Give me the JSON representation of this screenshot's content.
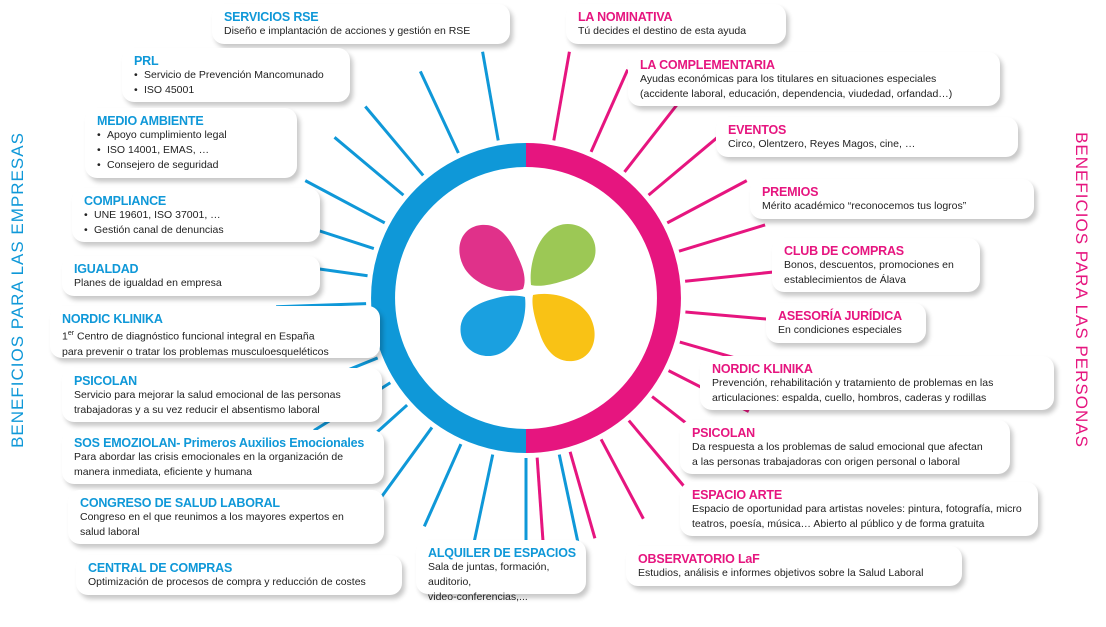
{
  "left_side_label": "BENEFICIOS PARA LAS EMPRESAS",
  "right_side_label": "BENEFICIOS PARA LAS PERSONAS",
  "colors": {
    "blue": "#0f98d8",
    "pink": "#e6157f",
    "green": "#9cc855",
    "yellow": "#f9c215",
    "logo_pink": "#e0318a",
    "logo_blue": "#1aa0e0"
  },
  "empresas": [
    {
      "title": "SERVICIOS RSE",
      "desc": "Diseño e implantación de acciones y gestión en RSE"
    },
    {
      "title": "PRL",
      "items": [
        "Servicio de Prevención Mancomunado",
        "ISO 45001"
      ]
    },
    {
      "title": "MEDIO AMBIENTE",
      "items": [
        "Apoyo cumplimiento legal",
        "ISO 14001, EMAS, …",
        "Consejero de seguridad"
      ]
    },
    {
      "title": "COMPLIANCE",
      "items": [
        "UNE 19601, ISO 37001, …",
        "Gestión canal de denuncias"
      ]
    },
    {
      "title": "IGUALDAD",
      "desc": "Planes de igualdad en empresa"
    },
    {
      "title": "NORDIC KLINIKA",
      "desc": "1er Centro de diagnóstico funcional integral en España",
      "desc2": "para prevenir o tratar los problemas musculoesqueléticos"
    },
    {
      "title": "PSICOLAN",
      "desc": "Servicio para mejorar la salud emocional de las personas",
      "desc2": "trabajadoras y a su vez reducir el absentismo laboral"
    },
    {
      "title": "SOS EMOZIOLAN- Primeros Auxilios Emocionales",
      "desc": "Para abordar las crisis emocionales en la organización de",
      "desc2": "manera inmediata, eficiente y humana"
    },
    {
      "title": "CONGRESO DE SALUD LABORAL",
      "desc": "Congreso en el que reunimos a los mayores expertos en",
      "desc2": "salud laboral"
    },
    {
      "title": "CENTRAL DE COMPRAS",
      "desc": "Optimización de procesos de compra y reducción de costes"
    },
    {
      "title": "ALQUILER DE ESPACIOS",
      "desc": "Sala de juntas, formación, auditorio,",
      "desc2": "video-conferencias,..."
    }
  ],
  "personas": [
    {
      "title": "LA NOMINATIVA",
      "desc": "Tú decides el destino de esta ayuda"
    },
    {
      "title": "LA COMPLEMENTARIA",
      "desc": "Ayudas económicas para los titulares en situaciones especiales",
      "desc2": "(accidente laboral, educación, dependencia, viudedad, orfandad…)"
    },
    {
      "title": "EVENTOS",
      "desc": "Circo, Olentzero, Reyes Magos, cine, …"
    },
    {
      "title": "PREMIOS",
      "desc": "Mérito académico “reconocemos tus logros”"
    },
    {
      "title": "CLUB DE COMPRAS",
      "desc": "Bonos, descuentos, promociones en",
      "desc2": "establecimientos de Álava"
    },
    {
      "title": "ASESORÍA JURÍDICA",
      "desc": "En condiciones especiales"
    },
    {
      "title": "NORDIC KLINIKA",
      "desc": "Prevención, rehabilitación y tratamiento de problemas en las",
      "desc2": "articulaciones: espalda, cuello, hombros, caderas y rodillas"
    },
    {
      "title": "PSICOLAN",
      "desc": "Da respuesta a los problemas de salud emocional que afectan",
      "desc2": "a las personas trabajadoras con origen personal o laboral"
    },
    {
      "title": "ESPACIO ARTE",
      "desc": "Espacio de oportunidad para artistas noveles: pintura, fotografía, micro",
      "desc2": "teatros, poesía, música… Abierto al público y de forma gratuita"
    },
    {
      "title": "OBSERVATORIO LaF",
      "desc": "Estudios, análisis e informes objetivos sobre la Salud Laboral"
    }
  ]
}
